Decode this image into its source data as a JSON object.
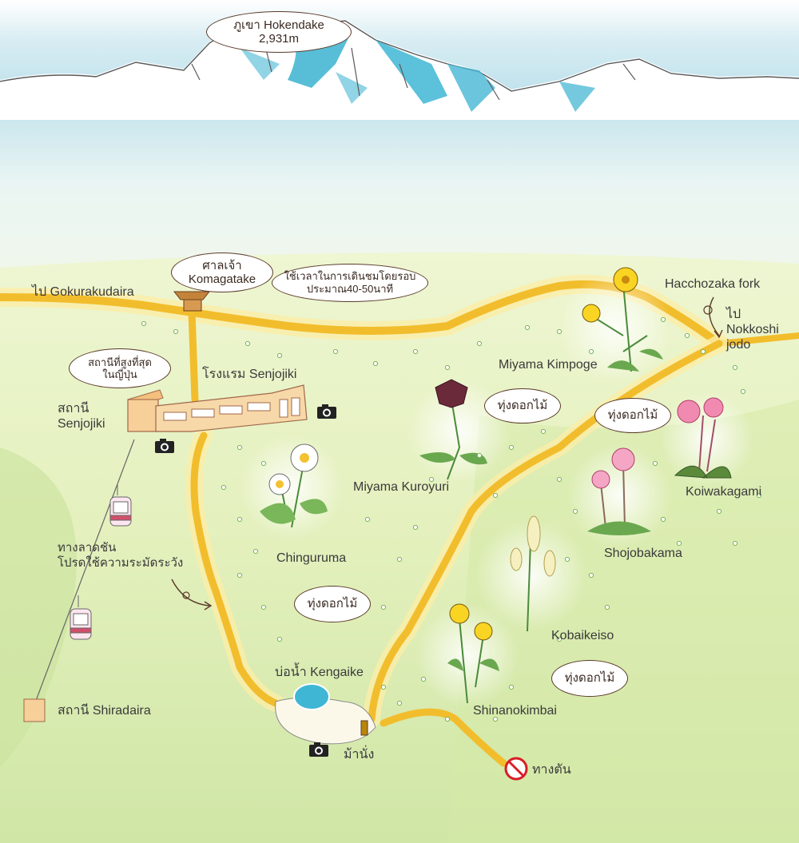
{
  "peak_bubble": {
    "line1": "ภูเขา Hokendake",
    "line2": "2,931m"
  },
  "shrine_bubble": {
    "line1": "ศาลเจ้า",
    "line2": "Komagatake"
  },
  "time_bubble": {
    "line1": "ใช้เวลาในการเดินชมโดยรอบ",
    "line2": "ประมาณ40-50นาที"
  },
  "highest_station_bubble": {
    "line1": "สถานีที่สูงที่สุด",
    "line2": "ในญี่ปุ่น"
  },
  "labels": {
    "to_gokurakudaira": "ไป Gokurakudaira",
    "hotel_senjojiki": "โรงแรม Senjojiki",
    "station_senjojiki_1": "สถานี",
    "station_senjojiki_2": "Senjojiki",
    "steep_slope_1": "ทางลาดชัน",
    "steep_slope_2": "โปรดใช้ความระมัดระวัง",
    "station_shiradaira": "สถานี Shiradaira",
    "hacchozaka_fork": "Hacchozaka fork",
    "to_nokkoshi_1": "ไป",
    "to_nokkoshi_2": "Nokkoshi",
    "to_nokkoshi_3": "jodo",
    "kengaike_pond": "บ่อน้ำ Kengaike",
    "bench": "ม้านั่ง",
    "dead_end": "ทางตัน"
  },
  "flowers": {
    "miyama_kimpoge": "Miyama Kimpoge",
    "miyama_kuroyuri": "Miyama Kuroyuri",
    "chinguruma": "Chinguruma",
    "koiwakagami": "Koiwakagami",
    "shojobakama": "Shojobakama",
    "kobaikeiso": "Kobaikeiso",
    "shinanokimbai": "Shinanokimbai"
  },
  "flower_field_label": "ทุ่งดอกไม้",
  "colors": {
    "sky": "#cfe8f0",
    "snow_blue": "#3fb6d4",
    "meadow": "#e8f2c2",
    "trail": "#f2bd2c",
    "outline": "#5a3a2a"
  }
}
